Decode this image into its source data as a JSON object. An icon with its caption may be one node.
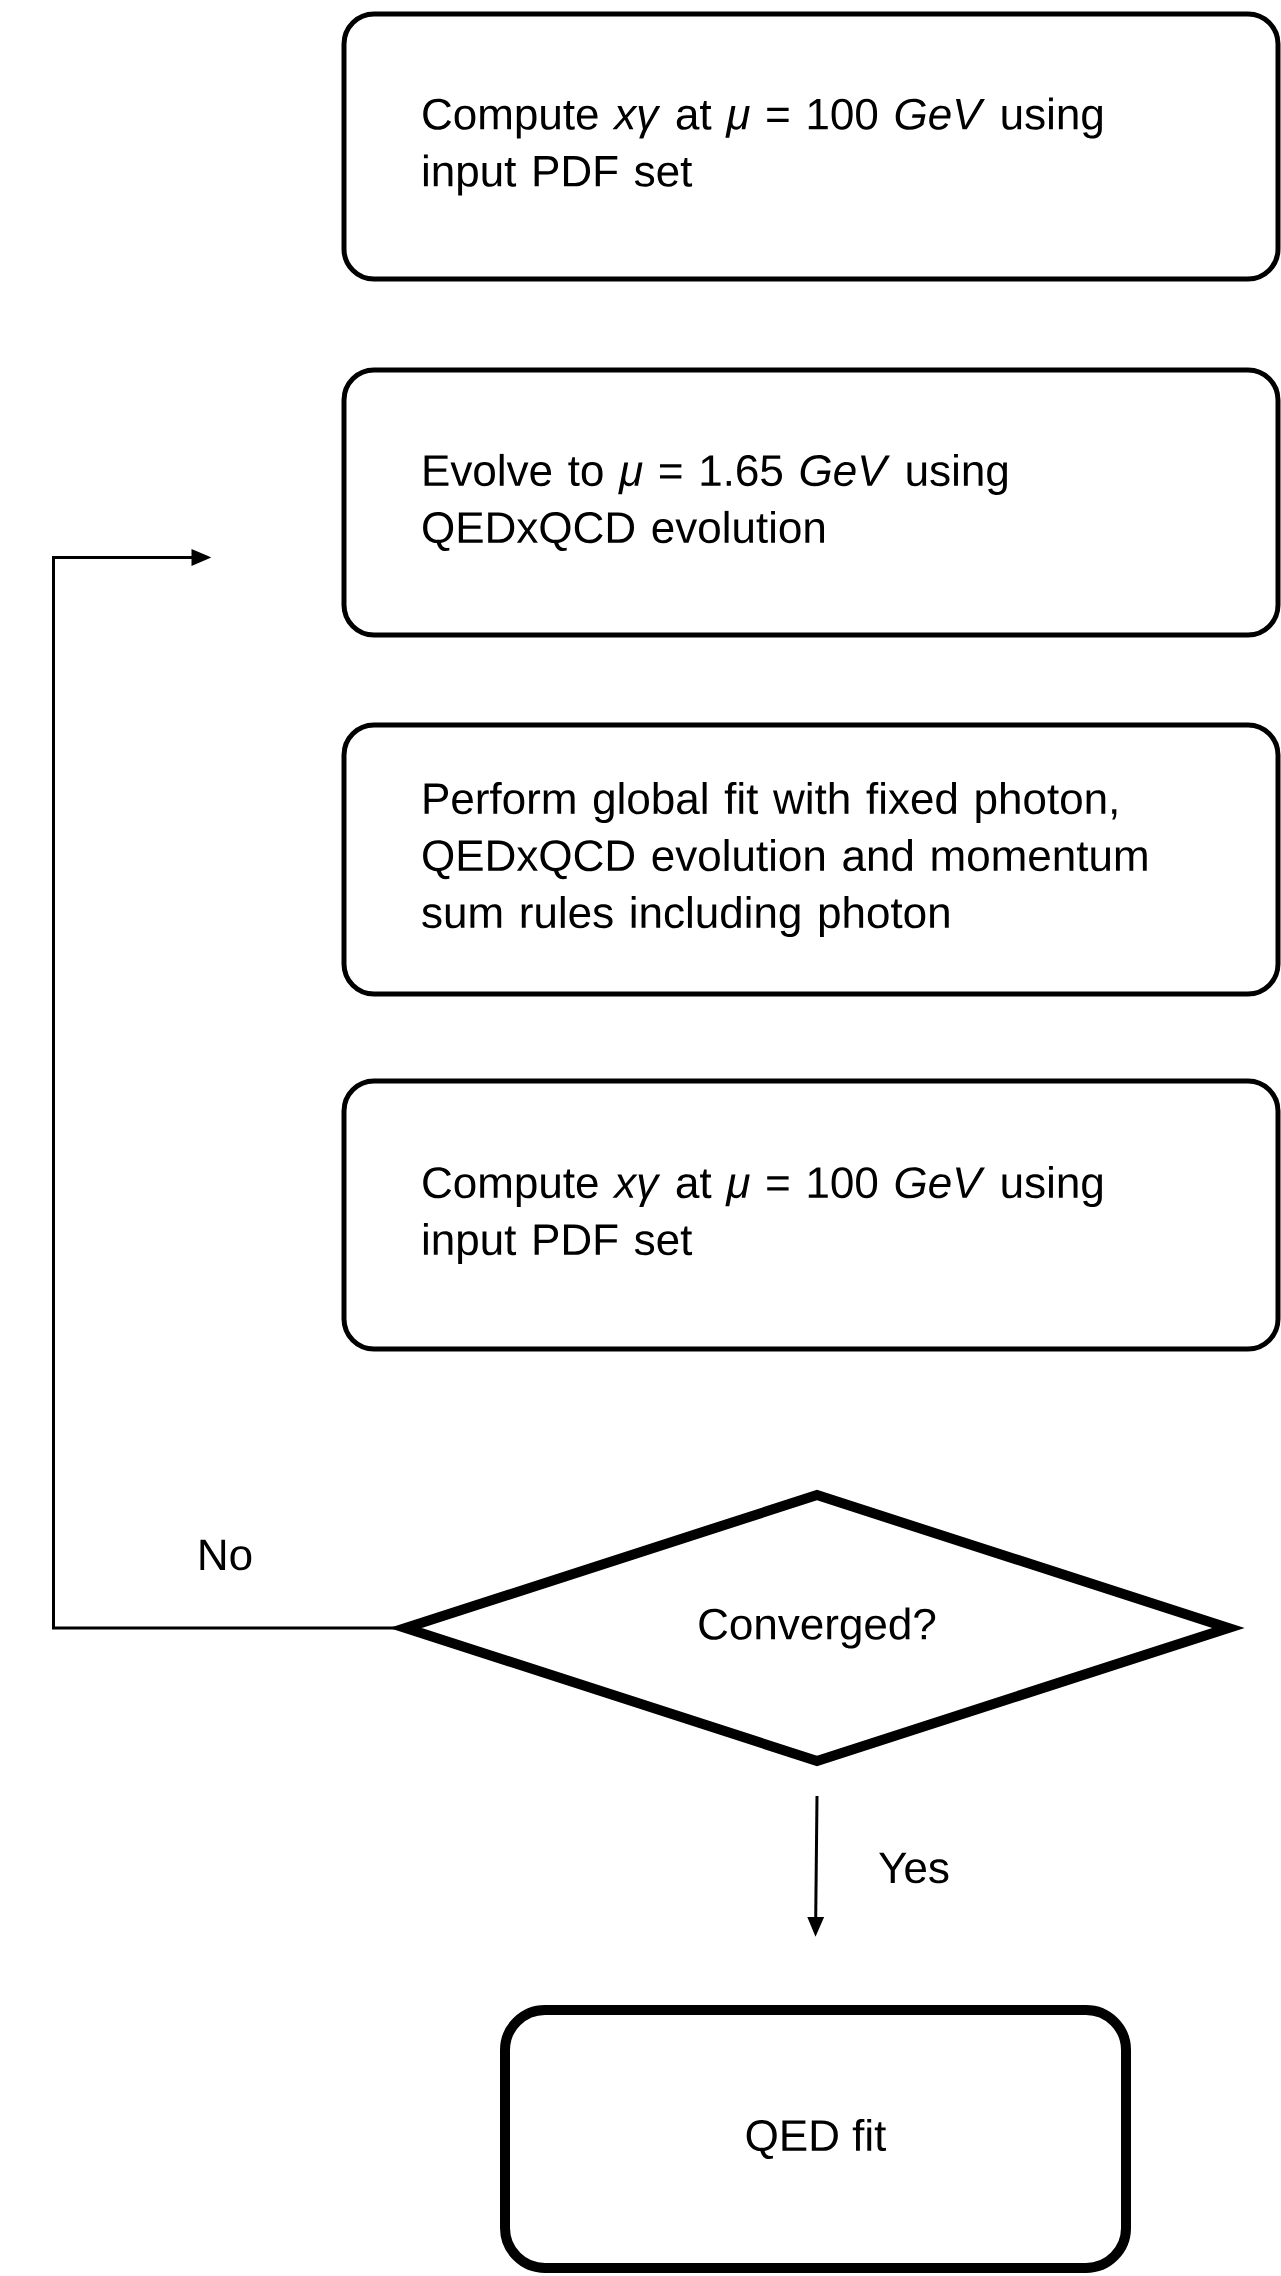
{
  "diagram": {
    "nodes": [
      {
        "text": [
          "Compute *xγ* at *μ* = 100 *GeV* using input PDF set"
        ]
      },
      {
        "text": [
          "Evolve to *μ* = 1.65 *GeV* using QEDxQCD evolution"
        ]
      },
      {
        "text": [
          "Perform global fit with fixed photon, QEDxQCD evolution and momentum sum rules including photon"
        ]
      },
      {
        "text": [
          "Compute *xγ* at *μ* = 100 *GeV* using input PDF set"
        ]
      },
      {
        "text": [
          "Converged?"
        ]
      },
      {
        "text": [
          "QED fit"
        ]
      }
    ],
    "edges": [
      {
        "from": 4,
        "to": 1,
        "arrow": "to",
        "label": "No"
      },
      {
        "from": 4,
        "to": 5,
        "arrow": "to",
        "label": "Yes"
      }
    ]
  }
}
